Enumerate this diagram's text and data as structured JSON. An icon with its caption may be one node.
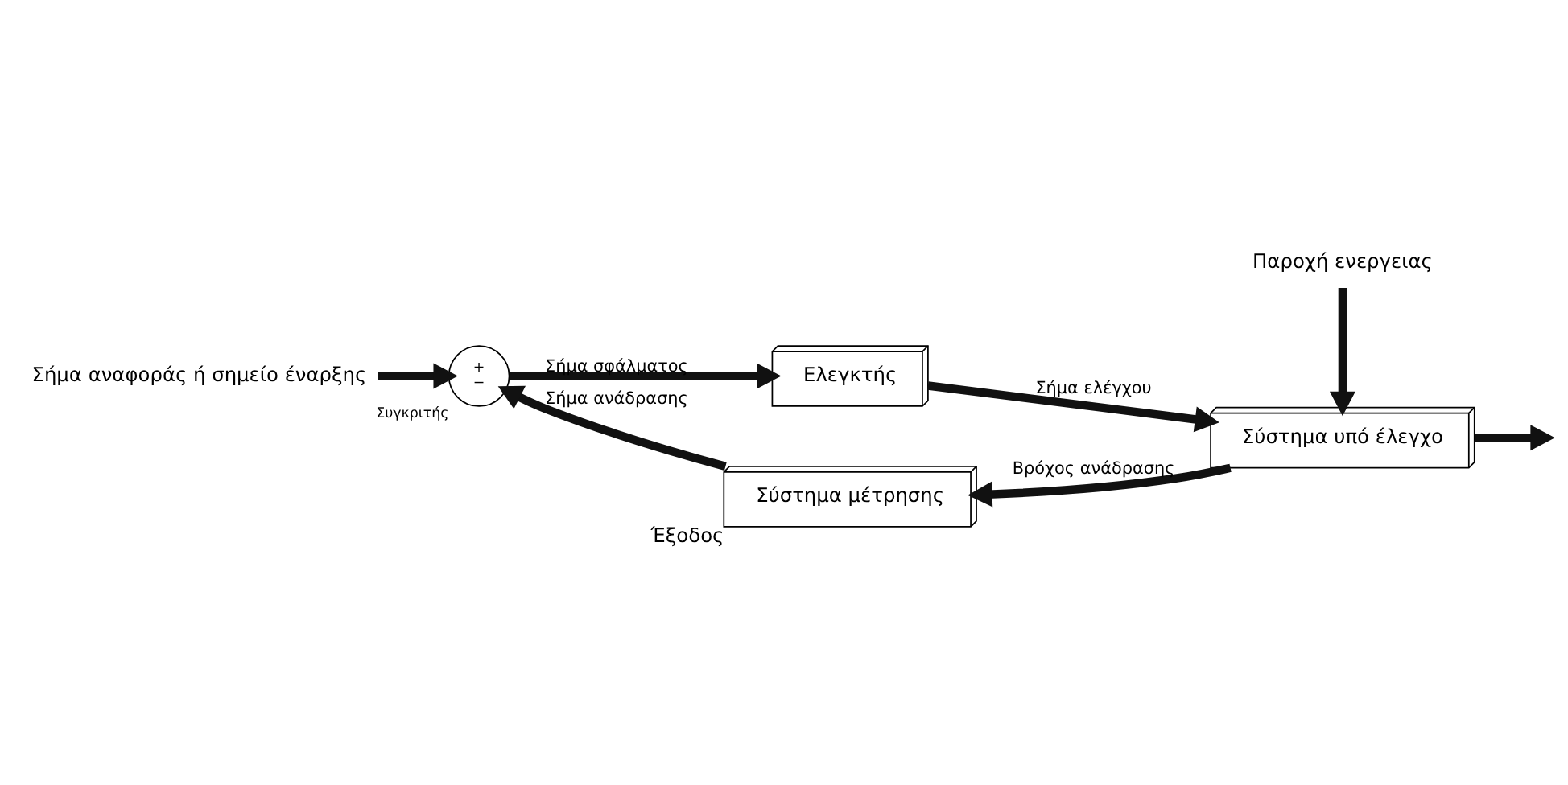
{
  "diagram": {
    "nodes": [
      {
        "text": [
          "Σήμα αναφοράς ή σημείο έναρξης"
        ]
      },
      {
        "text": [
          "+",
          "−"
        ],
        "beside": [
          "Συγκριτής"
        ]
      },
      {
        "text": [
          "Ελεγκτής"
        ]
      },
      {
        "text": [
          "Σύστημα υπό έλεγχο"
        ]
      },
      {
        "text": [
          "Παροχή ενεργειας"
        ]
      },
      {
        "text": [
          "Σύστημα μέτρησης"
        ],
        "beside": [
          "Έξοδος"
        ]
      }
    ],
    "edges": [
      {
        "from": 0,
        "to": 1,
        "arrow": "to"
      },
      {
        "from": 1,
        "to": 2,
        "arrow": "to",
        "label": "Σήμα σφάλματος"
      },
      {
        "from": 2,
        "to": 3,
        "arrow": "to",
        "label": "Σήμα ελέγχου"
      },
      {
        "from": 4,
        "to": 3,
        "arrow": "to"
      },
      {
        "from": 3,
        "to": null,
        "arrow": "to"
      },
      {
        "from": 3,
        "to": 5,
        "arrow": "to",
        "label": "Βρόχος ανάδρασης"
      },
      {
        "from": 5,
        "to": 1,
        "arrow": "to",
        "label": "Σήμα ανάδρασης"
      }
    ]
  }
}
